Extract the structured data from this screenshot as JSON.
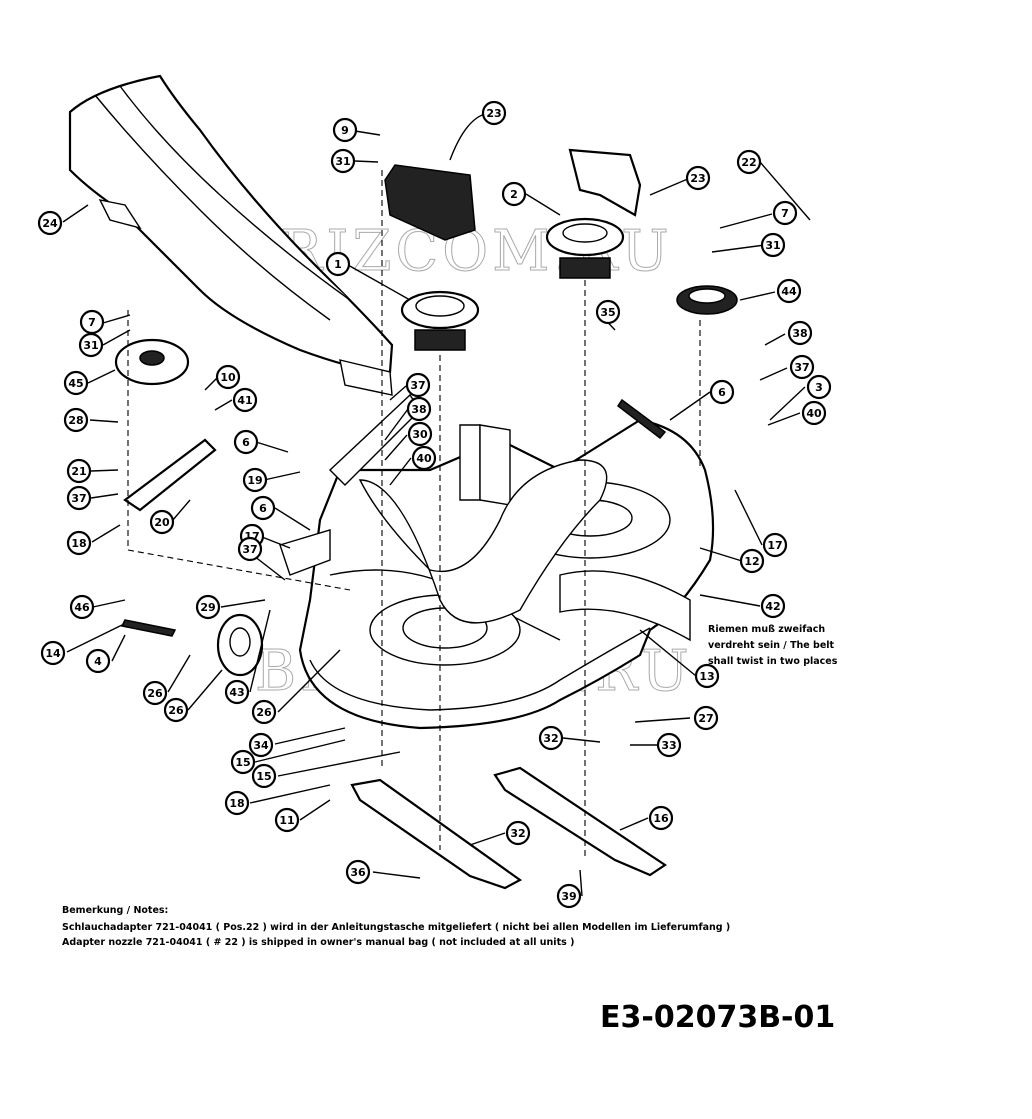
{
  "watermark": "BRIZCOM.RU",
  "belt_note": [
    "Riemen muß zweifach",
    "verdreht sein / The belt",
    "shall twist in two places"
  ],
  "notes": {
    "heading": "Bemerkung / Notes:",
    "german": "Schlauchadapter 721-04041 ( Pos.22 ) wird in der Anleitungstasche mitgeliefert ( nicht bei allen Modellen im Lieferumfang )",
    "english": "Adapter nozzle 721-04041 ( # 22 ) is shipped in owner's manual bag ( not included at all units )"
  },
  "drawing_code": "E3-02073B-01",
  "callouts": [
    "9",
    "31",
    "23",
    "2",
    "23",
    "22",
    "7",
    "31",
    "1",
    "24",
    "44",
    "7",
    "31",
    "35",
    "38",
    "45",
    "37",
    "3",
    "10",
    "41",
    "6",
    "40",
    "28",
    "37",
    "38",
    "6",
    "30",
    "40",
    "21",
    "19",
    "37",
    "20",
    "6",
    "17",
    "18",
    "17",
    "37",
    "12",
    "46",
    "29",
    "42",
    "14",
    "4",
    "13",
    "26",
    "43",
    "26",
    "26",
    "27",
    "34",
    "32",
    "33",
    "15",
    "15",
    "18",
    "11",
    "32",
    "16",
    "36",
    "39",
    "18",
    "16"
  ]
}
